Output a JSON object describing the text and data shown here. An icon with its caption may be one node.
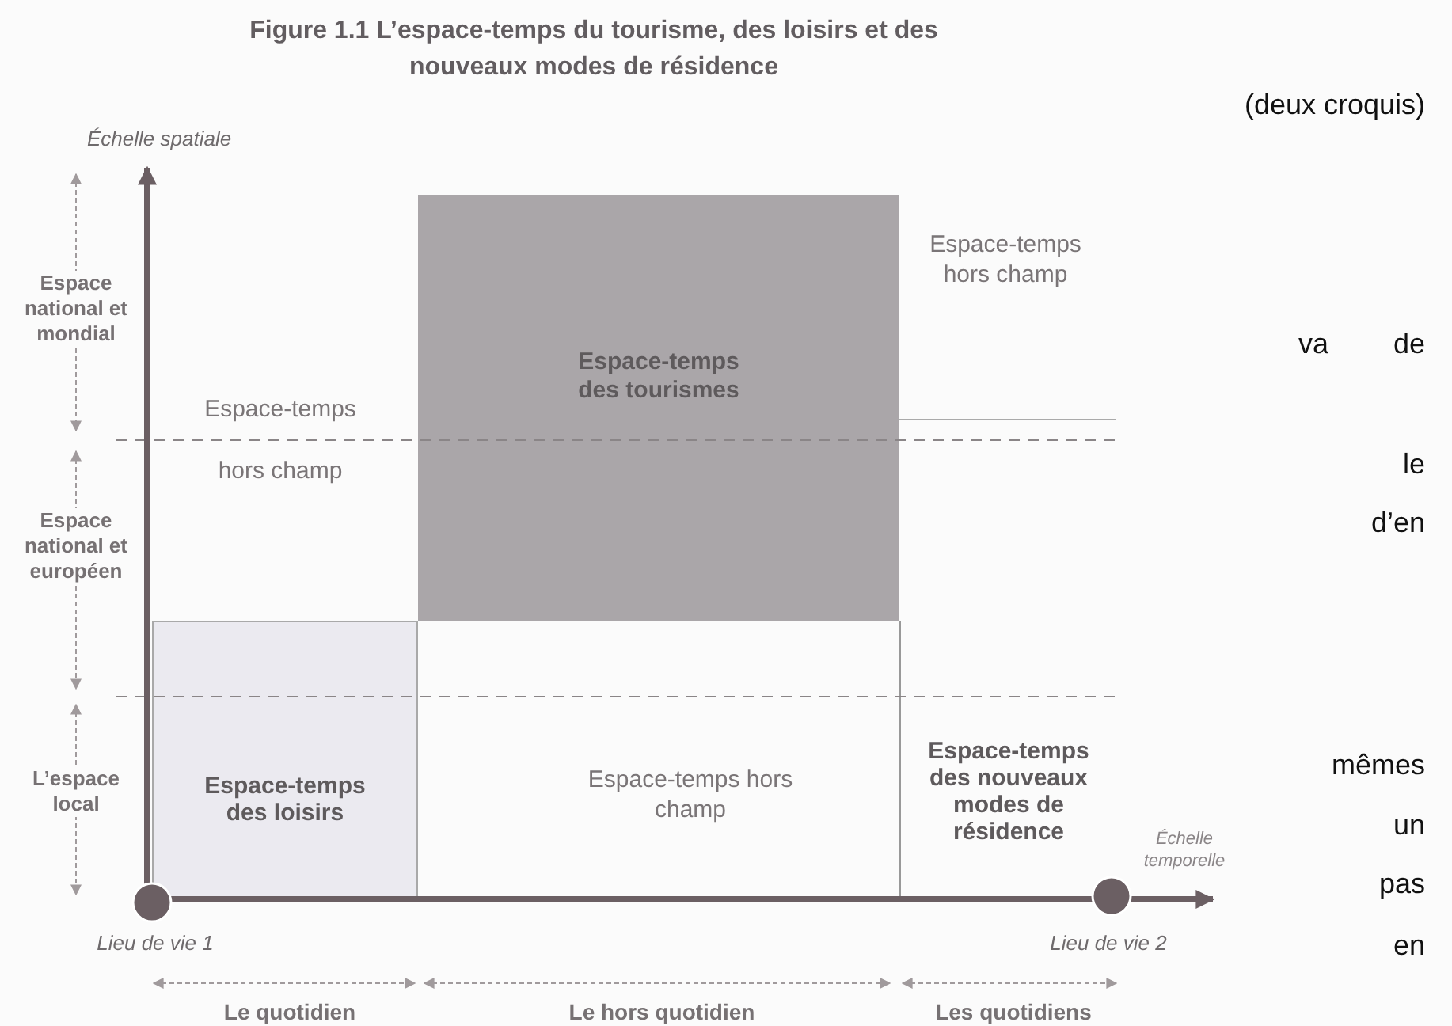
{
  "diagram": {
    "title": "Figure 1.1 L’espace-temps du tourisme, des loisirs et des nouveaux modes de résidence",
    "nodes": [
      {
        "text": [
          "Espace-temps des tourismes"
        ]
      },
      {
        "text": [
          "Espace-temps des loisirs"
        ]
      },
      {
        "text": [
          "Espace-temps des nouveaux modes de résidence"
        ]
      }
    ],
    "labels": [
      "Échelle spatiale",
      "(deux croquis)",
      "Espace national et mondial",
      "Espace-temps hors champ",
      "va",
      "de",
      "Espace-temps hors champ",
      "le",
      "d’en",
      "Espace national et européen",
      "mêmes",
      "L’espace local",
      "Espace-temps hors champ",
      "un",
      "Échelle temporelle",
      "pas",
      "Lieu de vie 1",
      "Lieu de vie 2",
      "en",
      "Le quotidien",
      "Le hors quotidien",
      "Les quotidiens"
    ]
  }
}
